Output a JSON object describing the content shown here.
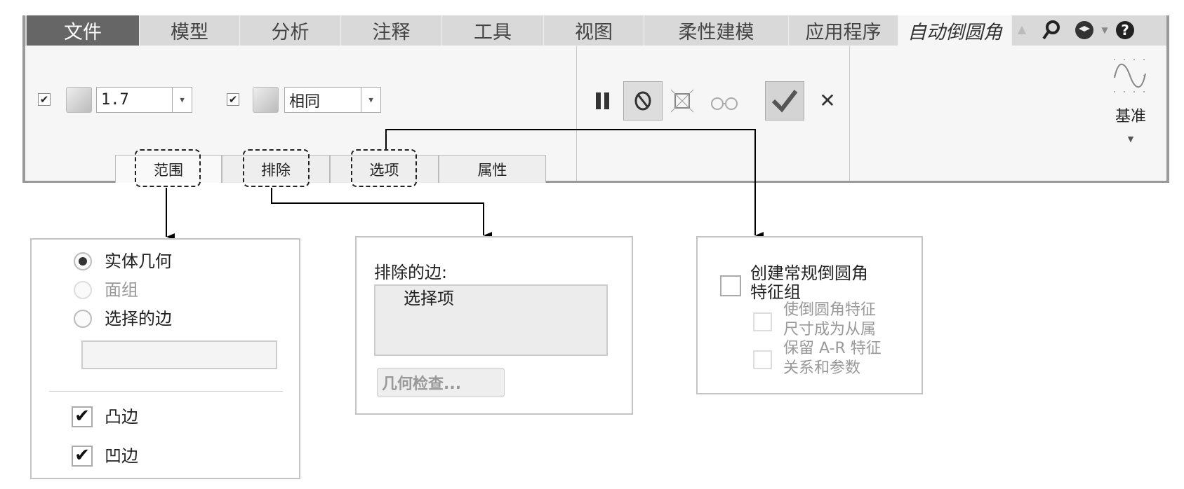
{
  "ribbon": {
    "tabs": [
      "文件",
      "模型",
      "分析",
      "注释",
      "工具",
      "视图",
      "柔性建模",
      "应用程序",
      "自动倒圆角"
    ],
    "active_tab": "自动倒圆角",
    "radius_value": "1.7",
    "transition_value": "相同",
    "datum_label": "基准",
    "subtabs": [
      "范围",
      "排除",
      "选项",
      "属性"
    ]
  },
  "range_panel": {
    "radios": [
      {
        "label": "实体几何",
        "selected": true,
        "enabled": true
      },
      {
        "label": "面组",
        "selected": false,
        "enabled": false
      },
      {
        "label": "选择的边",
        "selected": false,
        "enabled": true
      }
    ],
    "checkboxes": [
      {
        "label": "凸边",
        "checked": true
      },
      {
        "label": "凹边",
        "checked": true
      }
    ]
  },
  "exclude_panel": {
    "label": "排除的边:",
    "list_placeholder": "选择项",
    "button": "几何检查..."
  },
  "options_panel": {
    "main_checkbox": {
      "line1": "创建常规倒圆角",
      "line2": "特征组",
      "checked": false
    },
    "sub1": {
      "line1": "使倒圆角特征",
      "line2": "尺寸成为从属",
      "checked": false
    },
    "sub2": {
      "line1": "保留 A-R 特征",
      "line2": "关系和参数",
      "checked": false
    }
  },
  "check_mark": "✔"
}
